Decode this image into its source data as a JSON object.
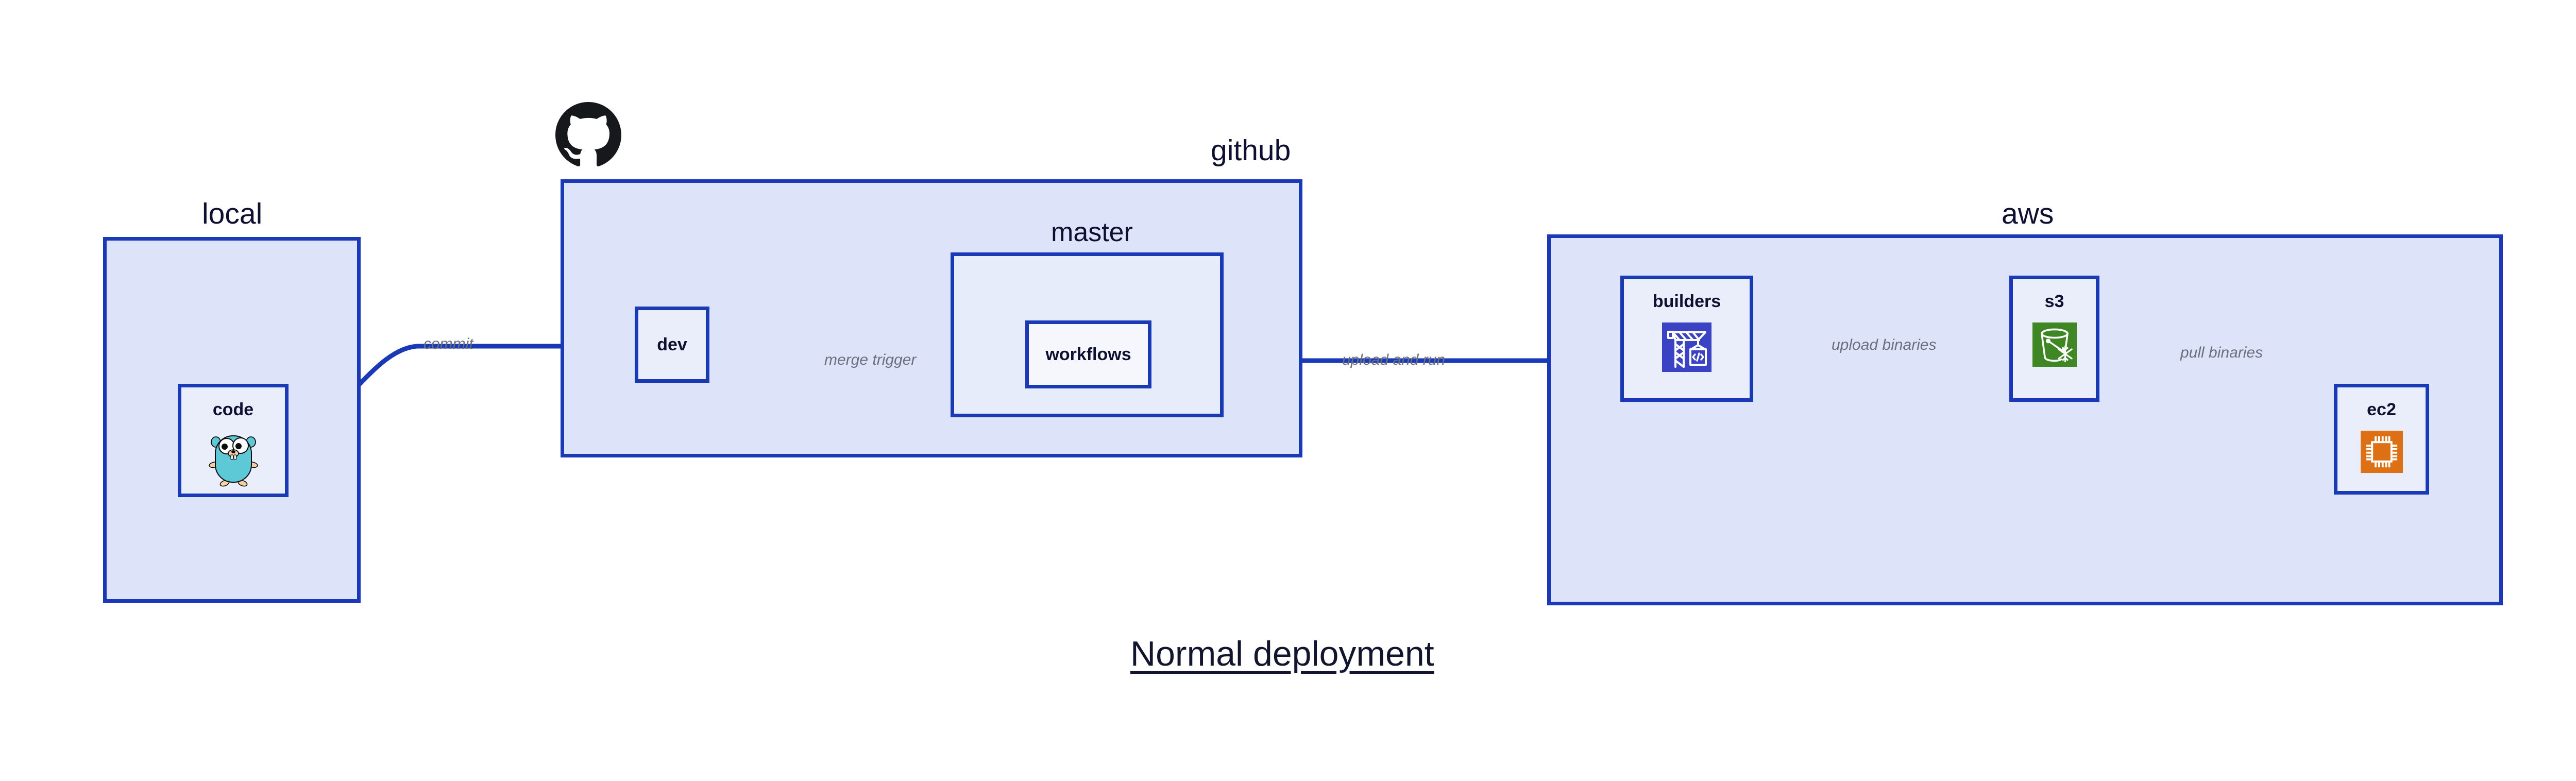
{
  "diagram": {
    "title": "Normal deployment",
    "accent_border": "#1939b7",
    "group_fill": "#dde4fa",
    "subgroup_fill": "#e7ecfb",
    "node_fill": "#eaeefb",
    "label_color": "#6c6f7d",
    "text_color": "#0d1030"
  },
  "groups": {
    "local": {
      "label": "local"
    },
    "github": {
      "label": "github"
    },
    "aws": {
      "label": "aws"
    }
  },
  "subgroups": {
    "master": {
      "label": "master"
    }
  },
  "nodes": {
    "code": {
      "label": "code",
      "icon": "go-gopher-icon"
    },
    "dev": {
      "label": "dev",
      "icon": "none"
    },
    "workflows": {
      "label": "workflows",
      "icon": "none"
    },
    "builders": {
      "label": "builders",
      "icon": "aws-codebuild-icon",
      "icon_color": "#3b43c4"
    },
    "s3": {
      "label": "s3",
      "icon": "aws-s3-glacier-bucket-icon",
      "icon_color": "#3f8624"
    },
    "ec2": {
      "label": "ec2",
      "icon": "aws-ec2-chip-icon",
      "icon_color": "#dd7014"
    }
  },
  "edges": [
    {
      "id": "commit",
      "label": "commit",
      "from": "code",
      "to": "dev"
    },
    {
      "id": "merge-trigger",
      "label": "merge trigger",
      "from": "dev",
      "to": "workflows"
    },
    {
      "id": "upload-and-run",
      "label": "upload and run",
      "from": "workflows",
      "to": "builders"
    },
    {
      "id": "upload-binaries",
      "label": "upload binaries",
      "from": "builders",
      "to": "s3"
    },
    {
      "id": "pull-binaries",
      "label": "pull binaries",
      "from": "s3",
      "to": "ec2"
    }
  ],
  "logos": {
    "github": {
      "name": "github-octocat-logo",
      "color": "#17181b"
    }
  }
}
